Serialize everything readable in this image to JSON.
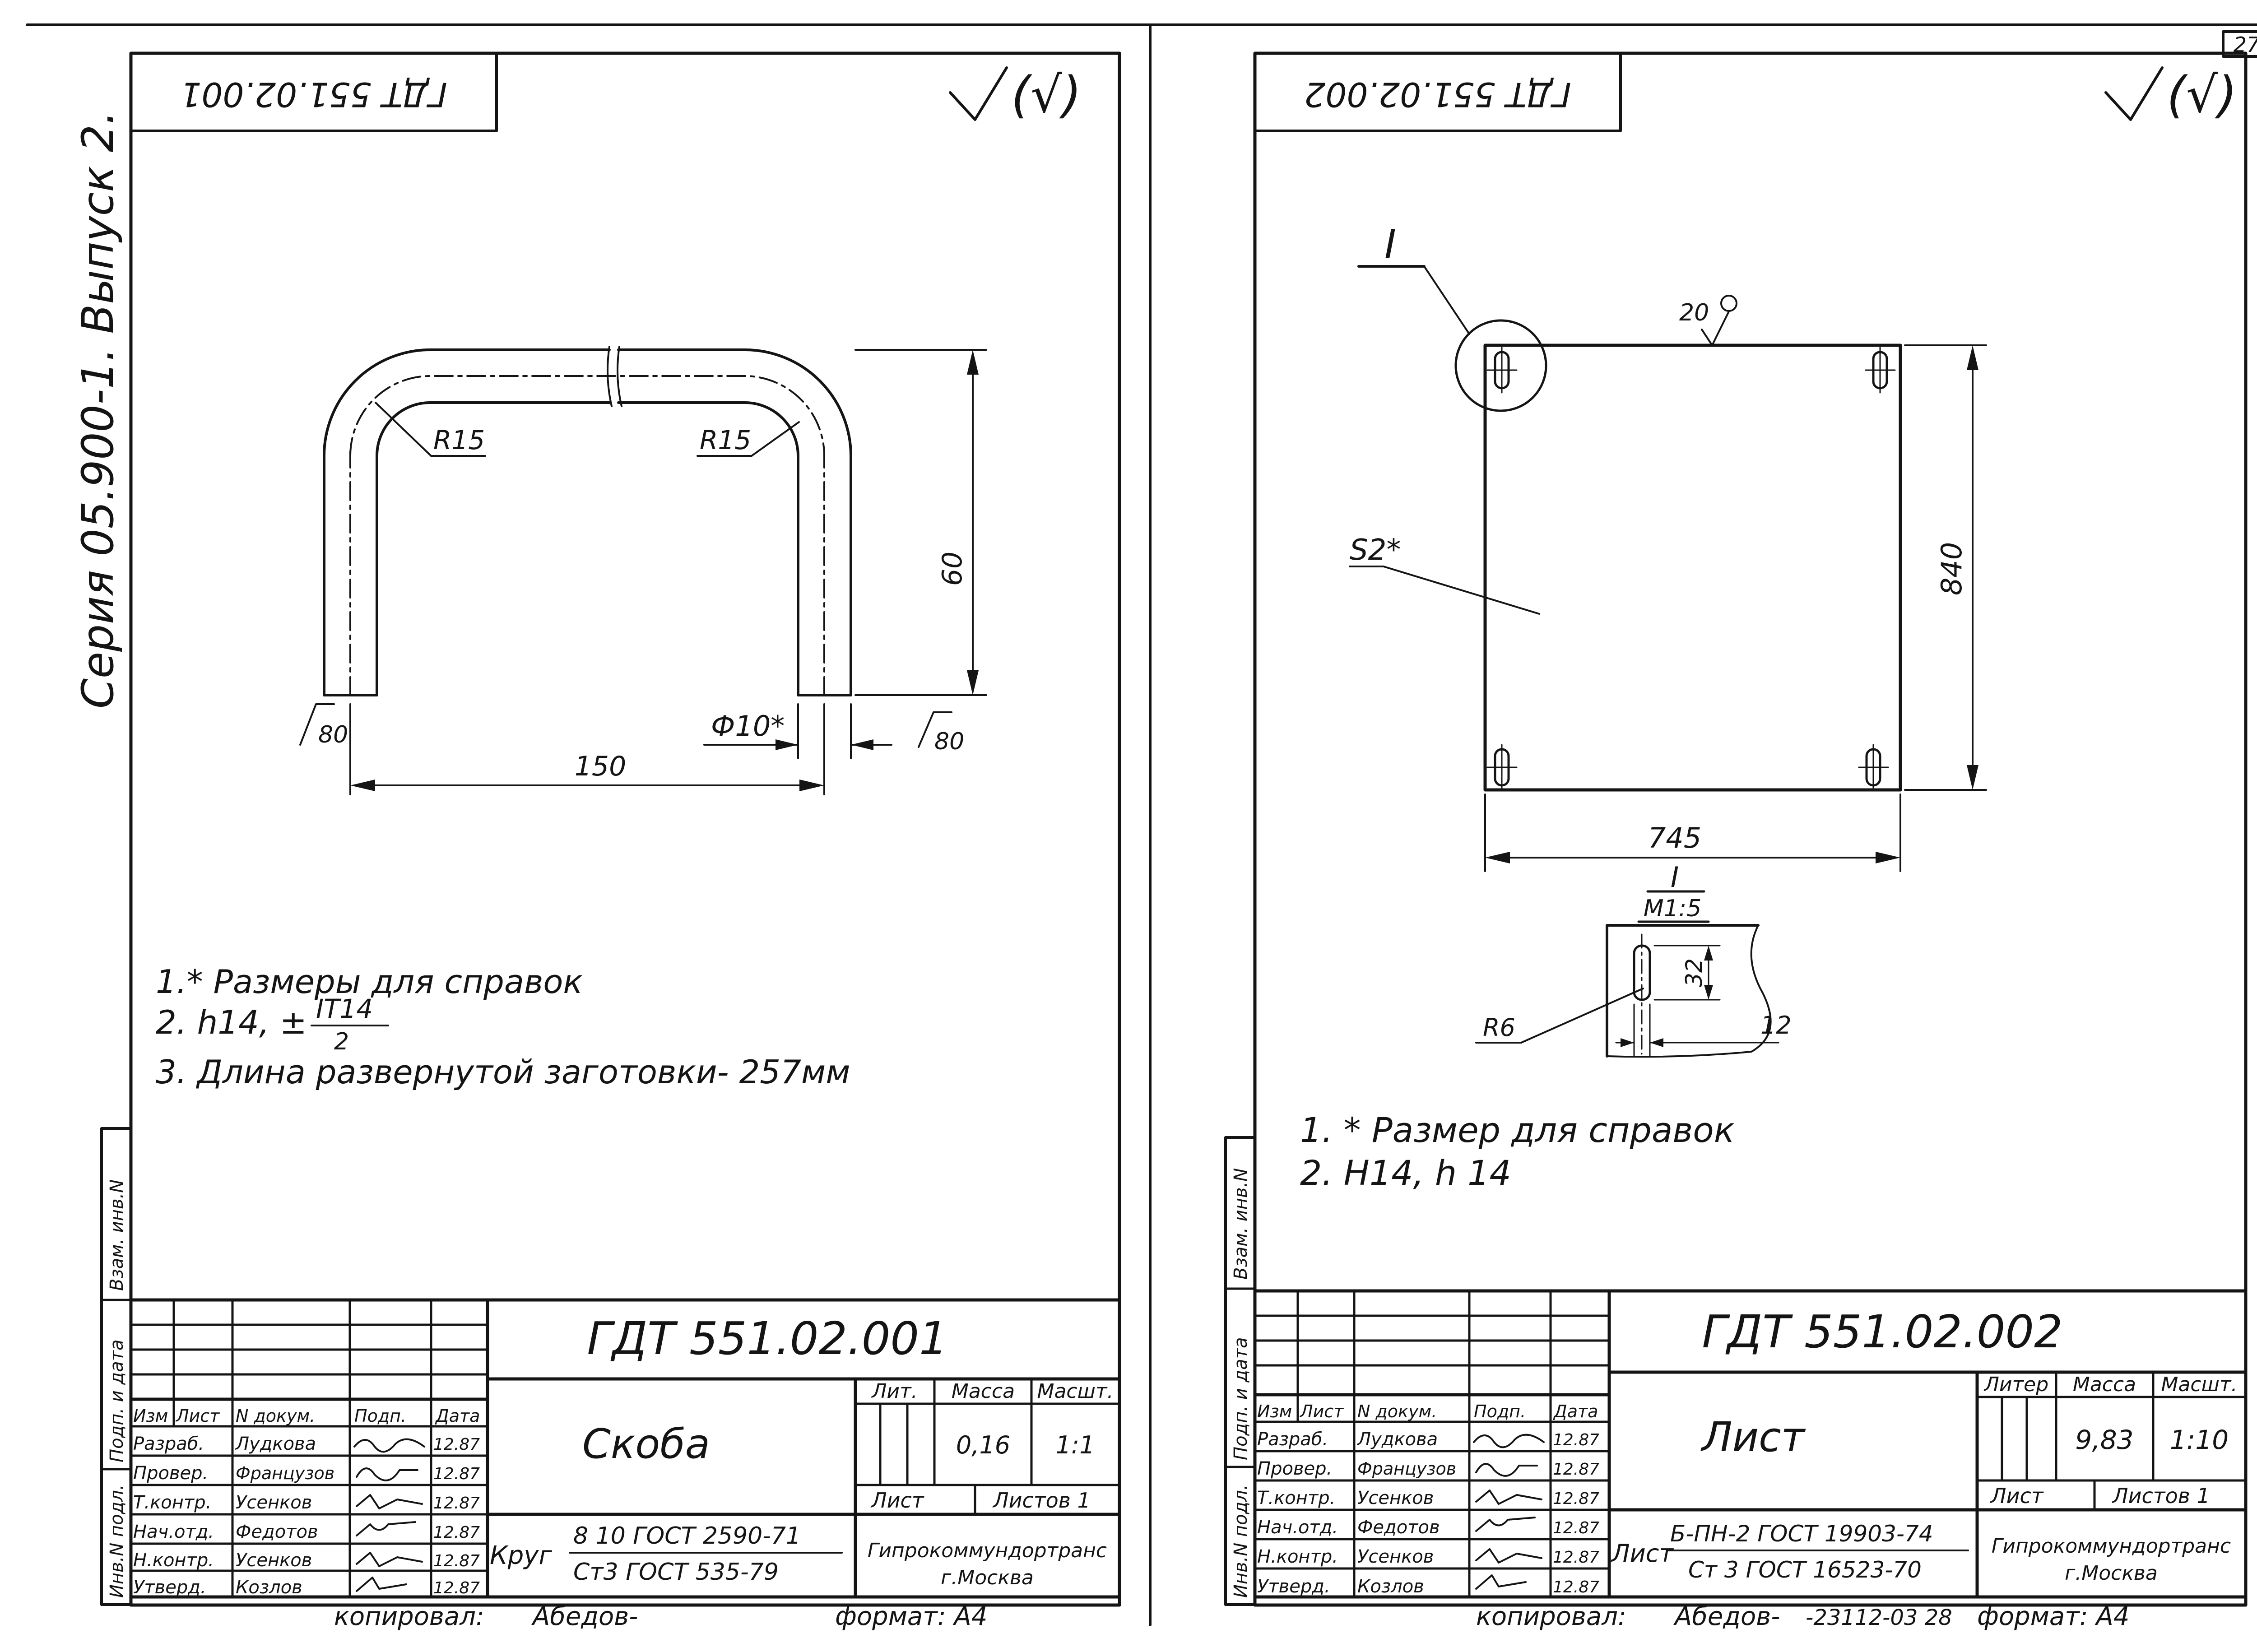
{
  "page": {
    "sheet_number": "27",
    "series": "Серия 05.900-1. Выпуск 2."
  },
  "common": {
    "roughness": "(√)",
    "tb_headers": [
      "Изм",
      "Лист",
      "N докум.",
      "Подп.",
      "Дата"
    ],
    "tb_roles": [
      "Разраб.",
      "Провер.",
      "Т.контр.",
      "Нач.отд.",
      "Н.контр.",
      "Утверд."
    ],
    "tb_names": [
      "Лудкова",
      "Французов",
      "Усенков",
      "Федотов",
      "Усенков",
      "Козлов"
    ],
    "tb_dates": [
      "12.87",
      "12.87",
      "12.87",
      "12.87",
      "12.87",
      "12.87"
    ],
    "massa": "Масса",
    "masht": "Масшт.",
    "list": "Лист",
    "org1": "Гипрокоммундортранс",
    "org2": "г.Москва",
    "copied": "копировал:",
    "copier_sig": "Абедов-",
    "format": "формат: А4",
    "side_labels": [
      "Инв.N подл.",
      "Подп. и дата",
      "Взам. инв.N"
    ]
  },
  "sheets": [
    {
      "stamp": "ГДТ 551.02.001",
      "code": "ГДТ 551.02.001",
      "title": "Скоба",
      "lit_label": "Лит.",
      "mass": "0,16",
      "scale": "1:1",
      "lists": "Листов 1",
      "material_prefix": "Круг",
      "material_top": "8 10 ГОСТ 2590-71",
      "material_bottom": "Ст3 ГОСТ 535-79",
      "copy_extra": "",
      "dims": {
        "r_left": "R15",
        "r_right": "R15",
        "height": "60",
        "width": "150",
        "diameter": "Ф10*",
        "rough_l": "80",
        "rough_r": "80"
      },
      "notes": [
        "1.* Размеры для справок",
        "2. h14, ±",
        "IT14",
        "2",
        "3. Длина развернутой заготовки- 257мм"
      ]
    },
    {
      "stamp": "ГДТ 551.02.002",
      "code": "ГДТ 551.02.002",
      "title": "Лист",
      "lit_label": "Литер",
      "mass": "9,83",
      "scale": "1:10",
      "lists": "Листов 1",
      "material_prefix": "Лист",
      "material_top": "Б-ПН-2 ГОСТ 19903-74",
      "material_bottom": "Ст 3 ГОСТ 16523-70",
      "copy_extra": "-23112-03  28",
      "dims": {
        "view": "I",
        "rough": "20",
        "thickness": "S2*",
        "height": "840",
        "width": "745",
        "detail": "I",
        "detail_scale": "М1:5",
        "slot_len": "32",
        "slot_w": "12",
        "radius": "R6"
      },
      "notes": [
        "1. * Размер для справок",
        "2. Н14, h 14"
      ]
    }
  ]
}
